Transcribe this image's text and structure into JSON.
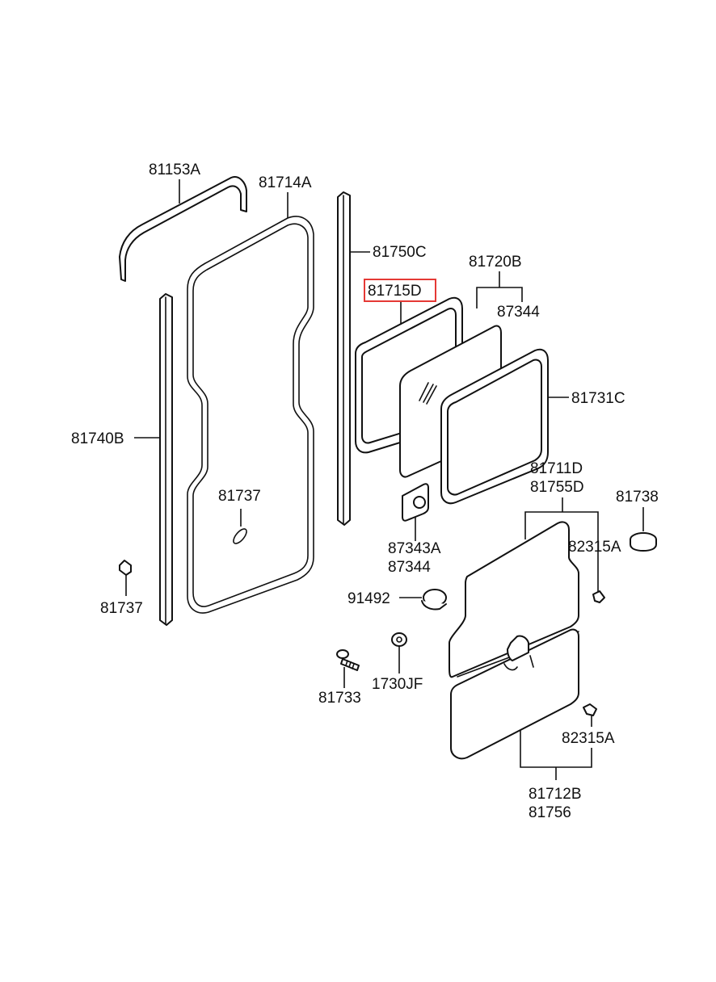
{
  "diagram": {
    "highlight_color": "#e53935",
    "callouts": {
      "c81153a": "81153A",
      "c81714a": "81714A",
      "c81750c": "81750C",
      "c81720b": "81720B",
      "c87344_top": "87344",
      "c81715d": "81715D",
      "c81731c": "81731C",
      "c81740b": "81740B",
      "c81737_center": "81737",
      "c81737_left": "81737",
      "c87343a": "87343A",
      "c87344_mid": "87344",
      "c81711d": "81711D",
      "c81755d": "81755D",
      "c81738": "81738",
      "c82315a_top": "82315A",
      "c91492": "91492",
      "c81733": "81733",
      "c1730jf": "1730JF",
      "c82315a_bottom": "82315A",
      "c81712b": "81712B",
      "c81756": "81756"
    },
    "highlighted_callout": "81715D"
  }
}
